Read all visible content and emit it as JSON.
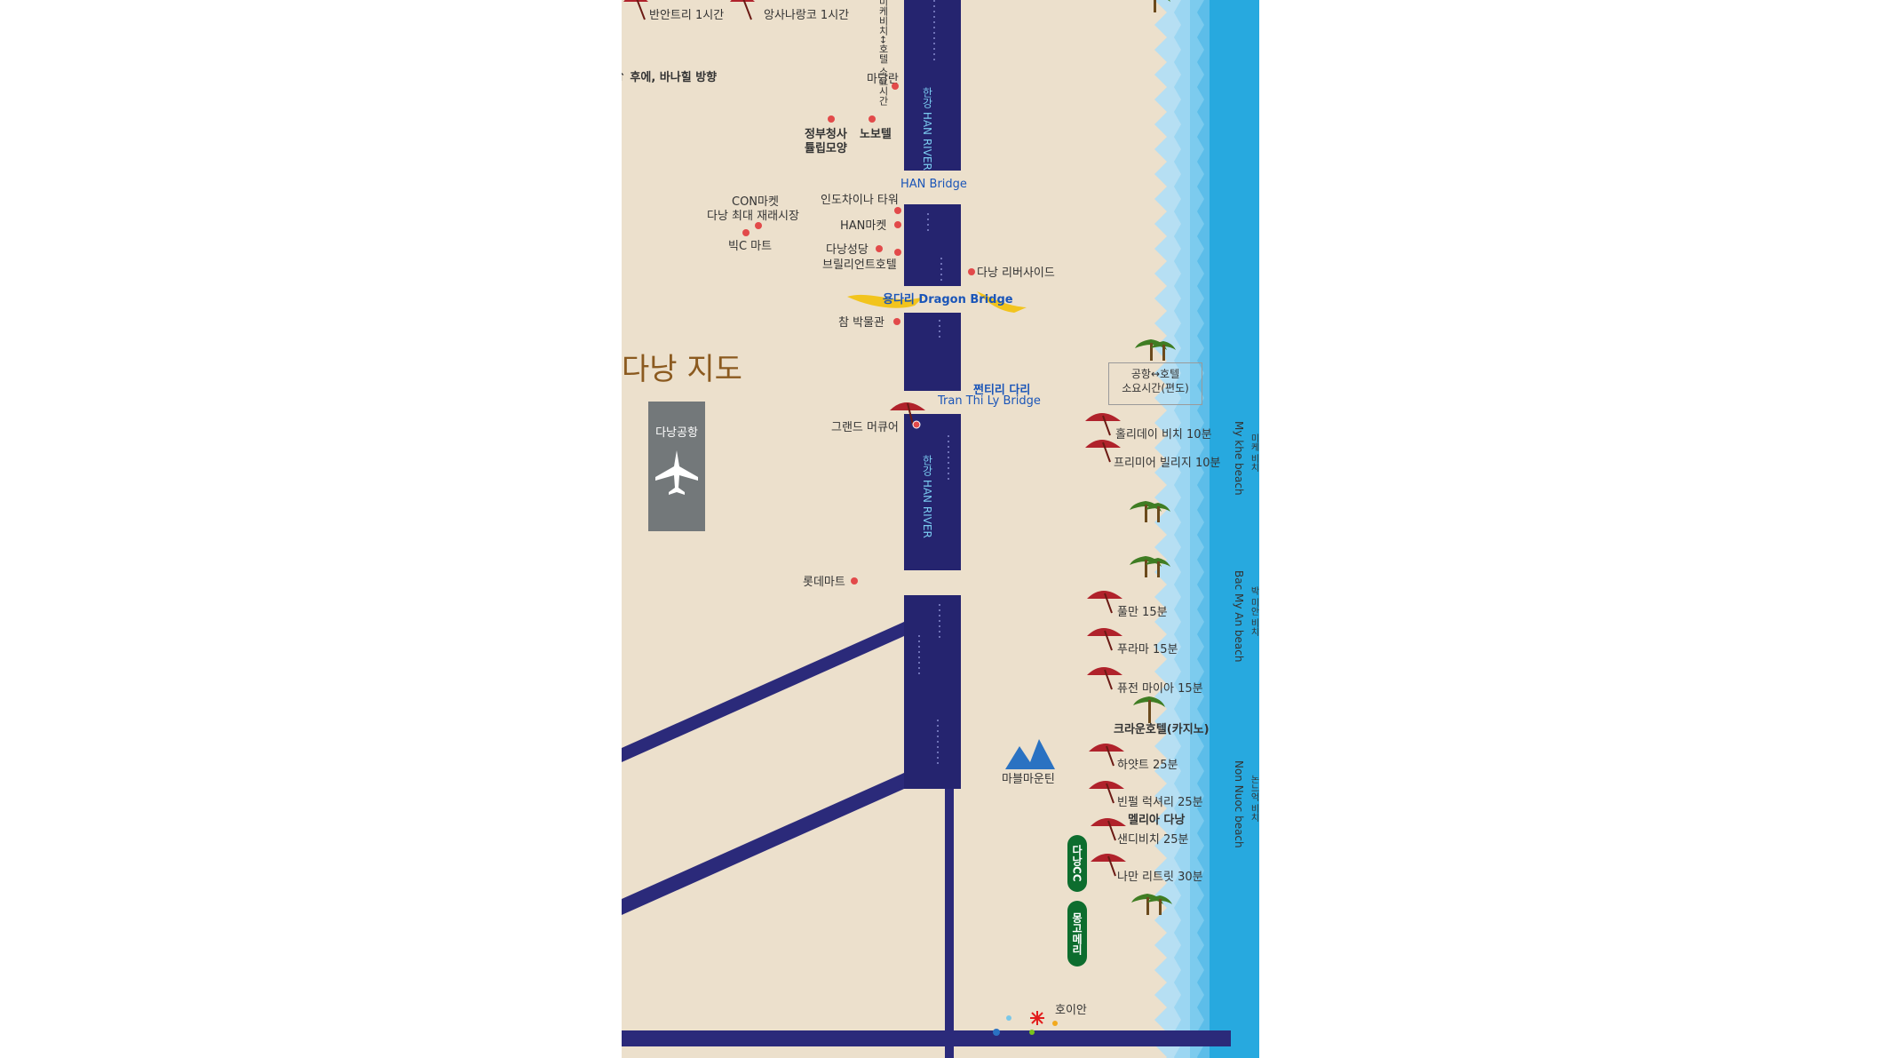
{
  "map": {
    "title": "다낭 지도",
    "airport": {
      "label": "다낭공항"
    },
    "river": {
      "labels": [
        "한강 HAN RIVER",
        "한강 HAN RIVER"
      ]
    },
    "bridges": [
      {
        "name": "HAN Bridge"
      },
      {
        "name": "용다리 Dragon Bridge"
      },
      {
        "name_ko": "쩐티리 다리",
        "name_en": "Tran Thi Ly Bridge"
      }
    ],
    "top_labels": {
      "t1": "반안트리 1시간",
      "t2": "앙사나랑코 1시간",
      "t3": "↑ 후에, 바나힐 방향",
      "t4": "미케비치↔호텔 소요시간",
      "t5": "마담란"
    },
    "places": {
      "p1": "정부청사",
      "p2": "튤립모양",
      "p3": "노보텔",
      "p4": "CON마켓",
      "p5": "다낭 최대 재래시장",
      "p6": "빅C 마트",
      "p7": "인도차이나 타워",
      "p8": "HAN마켓",
      "p9": "다낭성당",
      "p10": "브릴리언트호텔",
      "p11": "다낭 리버사이드",
      "p12": "참 박물관",
      "p13": "그랜드 머큐어",
      "p14": "롯데마트",
      "p15": "마블마운틴",
      "p16": "호이안"
    },
    "airport_time": {
      "line1": "공항↔호텔",
      "line2": "소요시간(편도)"
    },
    "resorts": {
      "r1": "홀리데이 비치 10분",
      "r2": "프리미어 빌리지 10분",
      "r3": "풀만 15분",
      "r4": "푸라마 15분",
      "r5": "퓨전 마이아 15분",
      "r6": "크라운호텔(카지노)",
      "r7": "하얏트 25분",
      "r8": "빈펄 럭셔리 25분",
      "r9": "멜리아 다낭",
      "r10": "샌디비치 25분",
      "r11": "나만 리트릿 30분"
    },
    "golf": {
      "g1": "다낭CC",
      "g2": "몽고메리"
    },
    "beaches": {
      "b1": "My khe beach",
      "b1ko": "미케 비치",
      "b2": "Bac My An beach",
      "b2ko": "박 미안 비치",
      "b3": "Non Nuoc beach",
      "b3ko": "논느억 비치"
    },
    "colors": {
      "land": "#ece0cc",
      "river": "#25246f",
      "sea": "#27a9df",
      "title": "#8b5a1f",
      "dot": "#e24a4a",
      "golf": "#0d6d2e"
    }
  }
}
